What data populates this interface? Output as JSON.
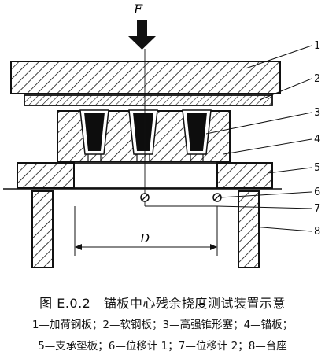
{
  "figure": {
    "force_label": "F",
    "dimension_label": "D",
    "callouts": [
      "1",
      "2",
      "3",
      "4",
      "5",
      "6",
      "7",
      "8"
    ]
  },
  "caption": {
    "title": "图 E.0.2　锚板中心残余挠度测试装置示意",
    "legend_line1": "1—加荷钢板；2—软钢板；3—高强锥形塞；4—锚板；",
    "legend_line2": "5—支承垫板；6—位移计 1；7—位移计 2；8—台座"
  },
  "colors": {
    "ink": "#111111",
    "background": "#ffffff",
    "plug_fill": "#0d0d0d"
  }
}
